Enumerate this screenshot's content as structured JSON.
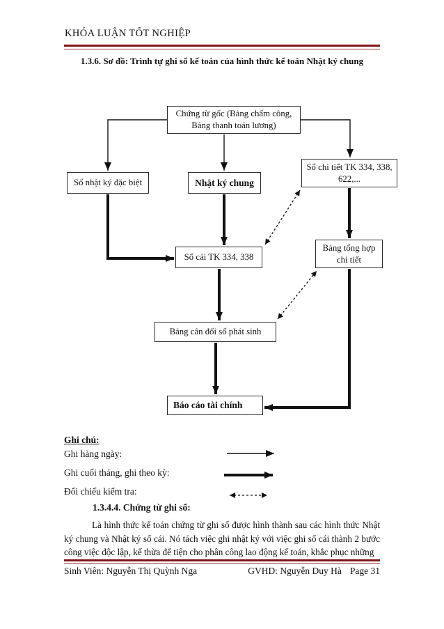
{
  "header": {
    "title": "KHÓA LUẬN TỐT NGHIỆP"
  },
  "doc_title": "1.3.6. Sơ đồ: Trình tự ghi sổ kế toán của hình thức kế toán Nhật ký chung",
  "flowchart": {
    "nodes": [
      {
        "id": "chung-tu-goc",
        "label": "Chứng từ gốc (Bảng chấm công, Bảng thanh toán lương)"
      },
      {
        "id": "so-nhat-ky-dac-biet",
        "label": "Sổ nhật ký đặc biệt"
      },
      {
        "id": "nhat-ky-chung",
        "label": "Nhật ký chung"
      },
      {
        "id": "so-chi-tiet",
        "label": "Sổ chi tiết TK 334, 338, 622,..."
      },
      {
        "id": "so-cai",
        "label": "Sổ cái TK 334, 338"
      },
      {
        "id": "bang-tong-hop",
        "label": "Bảng tổng hợp chi tiết"
      },
      {
        "id": "bang-can-doi",
        "label": "Bảng cân đối số phát sinh"
      },
      {
        "id": "bao-cao-tai-chinh",
        "label": "Báo cáo tài chính"
      }
    ],
    "edges": [
      {
        "from": "chung-tu-goc",
        "to": "so-nhat-ky-dac-biet",
        "style": "daily-thin"
      },
      {
        "from": "chung-tu-goc",
        "to": "nhat-ky-chung",
        "style": "daily-thin"
      },
      {
        "from": "chung-tu-goc",
        "to": "so-chi-tiet",
        "style": "daily-thin"
      },
      {
        "from": "so-nhat-ky-dac-biet",
        "to": "so-cai",
        "style": "period-thick"
      },
      {
        "from": "nhat-ky-chung",
        "to": "so-cai",
        "style": "period-thick"
      },
      {
        "from": "so-chi-tiet",
        "to": "bang-tong-hop",
        "style": "period-thick"
      },
      {
        "from": "so-cai",
        "to": "bang-can-doi",
        "style": "period-thick"
      },
      {
        "from": "bang-can-doi",
        "to": "bao-cao-tai-chinh",
        "style": "period-thick"
      },
      {
        "from": "bang-tong-hop",
        "to": "bao-cao-tai-chinh",
        "style": "period-thick"
      },
      {
        "from": "so-cai",
        "to": "so-chi-tiet",
        "style": "check-dotted-double"
      },
      {
        "from": "bang-can-doi",
        "to": "bang-tong-hop",
        "style": "check-dotted-double"
      }
    ]
  },
  "legend": {
    "heading": "Ghi chú:",
    "items": [
      {
        "label": "Ghi hàng ngày:",
        "arrow_style": "thin-arrow"
      },
      {
        "label": "Ghi cuối tháng, ghi theo kỳ:",
        "arrow_style": "thick-arrow"
      },
      {
        "label": "Đối chiếu kiểm tra:",
        "arrow_style": "dotted-double-arrow"
      }
    ]
  },
  "body": {
    "heading": "1.3.4.4. Chứng từ ghi sổ:",
    "paragraph": "Là hình thức kế toán chứng từ ghi sổ được hình thành sau các hình thức Nhật ký chung và Nhật ký sổ cái. Nó tách việc ghi nhật ký với việc ghi sổ cái thành 2 bước công việc độc lập, kế thừa để tiện cho phân công lao động kế toán, khắc phục những"
  },
  "footer": {
    "student": "Sinh Viên: Nguyễn Thị Quỳnh Nga",
    "advisor": "GVHD: Nguyễn Duy Hà",
    "page": "Page 31"
  },
  "colors": {
    "accent_line": "#7E1518",
    "ink": "#111111"
  }
}
